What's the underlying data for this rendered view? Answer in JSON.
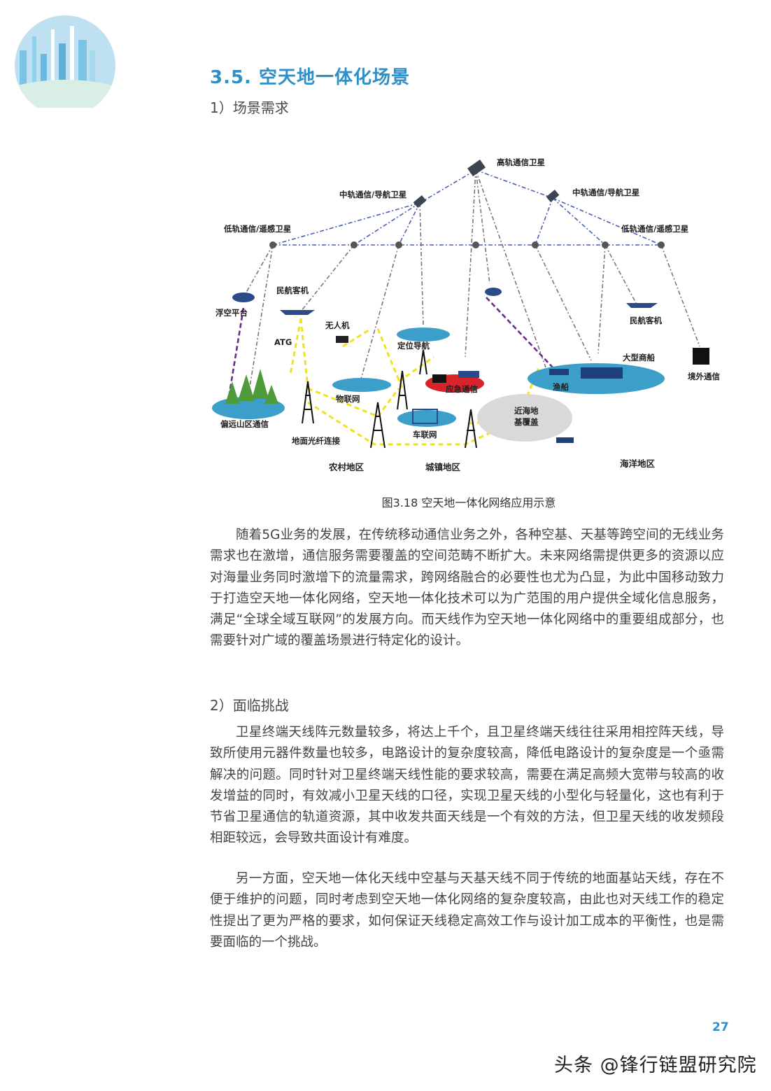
{
  "header": {
    "section_title": "3.5. 空天地一体化场景",
    "subsection_1": "1）场景需求",
    "subsection_2": "2）面临挑战"
  },
  "figure": {
    "caption": "图3.18 空天地一体化网络应用示意",
    "labels": {
      "geo_sat": "高轨通信卫星",
      "meo_left": "中轨通信/导航卫星",
      "meo_right": "中轨通信/导航卫星",
      "leo_left": "低轨通信/遥感卫星",
      "leo_right": "低轨通信/遥感卫星",
      "airship": "浮空平台",
      "airliner_left": "民航客机",
      "airliner_right": "民航客机",
      "atg": "ATG",
      "drone": "无人机",
      "positioning": "定位导航",
      "iot": "物联网",
      "emergency": "应急通信",
      "fishing_boat": "渔船",
      "cargo_ship": "大型商船",
      "overseas": "境外通信",
      "remote_area": "偏远山区通信",
      "fiber": "地面光纤连接",
      "vehicle_net": "车联网",
      "coastal": "近海地",
      "coastal_2": "基覆盖",
      "rural": "农村地区",
      "urban": "城镇地区",
      "ocean": "海洋地区"
    }
  },
  "paragraphs": {
    "p1": "随着5G业务的发展，在传统移动通信业务之外，各种空基、天基等跨空间的无线业务需求也在激增，通信服务需要覆盖的空间范畴不断扩大。未来网络需提供更多的资源以应对海量业务同时激增下的流量需求，跨网络融合的必要性也尤为凸显，为此中国移动致力于打造空天地一体化网络，空天地一体化技术可以为广范围的用户提供全域化信息服务，满足“全球全域互联网”的发展方向。而天线作为空天地一体化网络中的重要组成部分，也需要针对广域的覆盖场景进行特定化的设计。",
    "p2": "卫星终端天线阵元数量较多，将达上千个，且卫星终端天线往往采用相控阵天线，导致所使用元器件数量也较多，电路设计的复杂度较高，降低电路设计的复杂度是一个亟需解决的问题。同时针对卫星终端天线性能的要求较高，需要在满足高频大宽带与较高的收发增益的同时，有效减小卫星天线的口径，实现卫星天线的小型化与轻量化，这也有利于节省卫星通信的轨道资源，其中收发共面天线是一个有效的方法，但卫星天线的收发频段相距较远，会导致共面设计有难度。",
    "p3": "另一方面，空天地一体化天线中空基与天基天线不同于传统的地面基站天线，存在不便于维护的问题，同时考虑到空天地一体化网络的复杂度较高，由此也对天线工作的稳定性提出了更为严格的要求，如何保证天线稳定高效工作与设计加工成本的平衡性，也是需要面临的一个挑战。"
  },
  "footer": {
    "page_number": "27",
    "watermark": "头条 @锋行链盟研究院"
  },
  "colors": {
    "accent": "#2f8fc7",
    "ground_blue": "#3b9fc9",
    "emergency_red": "#d8232a",
    "link_yellow": "#f2e21b",
    "link_purple": "#6a2c91"
  }
}
